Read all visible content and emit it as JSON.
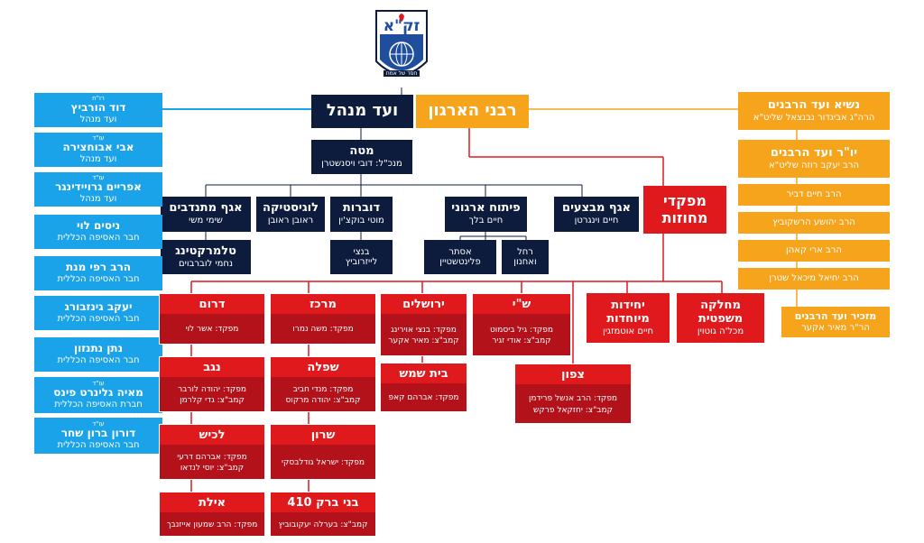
{
  "logo": {
    "name": "זק\"א",
    "subtitle": "איתור חילוץ הצלה",
    "motto": "חסד של אמת"
  },
  "colors": {
    "navy": "#0d1b3d",
    "blue": "#1aa3e8",
    "orange": "#f7a41d",
    "red": "#e0191c",
    "dark_red": "#b3121a"
  },
  "top": {
    "board": "ועד מנהל",
    "rabbis": "רבני הארגון"
  },
  "staff": {
    "title": "מטה",
    "sub": "מנכ\"ל: דובי ויסנשטרן"
  },
  "departments": {
    "ops": {
      "title": "אגף מבצעים",
      "sub": "חיים וינגרטן"
    },
    "org_dev": {
      "title": "פיתוח ארגוני",
      "sub": "חיים בלך"
    },
    "spokesman": {
      "title": "דוברות",
      "sub": "מוטי בוקצ'ין"
    },
    "logistics": {
      "title": "לוגיסטיקה",
      "sub": "ראובן ראובן"
    },
    "donors": {
      "title": "אגף מתנדבים",
      "sub": "שימי משי"
    },
    "rachel": {
      "title": "רחל",
      "sub": "ואחנון"
    },
    "esther": {
      "title": "אסתר",
      "sub": "פלינטשטיין"
    },
    "bentzi": {
      "title": "בנצי",
      "sub": "לייזרוביץ"
    },
    "telemarketing": {
      "title": "טלמרקטינג",
      "sub": "נחמי לוברבוים"
    }
  },
  "district_cmd": {
    "title1": "מפקדי",
    "title2": "מחוזות"
  },
  "board_members": [
    {
      "pre": "רו\"ח",
      "name": "דוד הורביץ",
      "role": "ועד מנהל"
    },
    {
      "pre": "עו\"ד",
      "name": "אבי אבוחצירה",
      "role": "ועד מנהל"
    },
    {
      "pre": "עו\"ד",
      "name": "אפריים גרויידינגר",
      "role": "ועד מנהל"
    },
    {
      "pre": "",
      "name": "ניסים לוי",
      "role": "חבר האסיפה הכללית"
    },
    {
      "pre": "",
      "name": "הרב רפי מנת",
      "role": "חבר האסיפה הכללית"
    },
    {
      "pre": "",
      "name": "יעקב גינזבורג",
      "role": "חבר האסיפה הכללית"
    },
    {
      "pre": "",
      "name": "נתן נתנזון",
      "role": "חבר האסיפה הכללית"
    },
    {
      "pre": "עו\"ד",
      "name": "מאיה גלינרט פינס",
      "role": "חברת האסיפה הכללית"
    },
    {
      "pre": "עו\"ד",
      "name": "דורון ברון שחר",
      "role": "חבר האסיפה הכללית"
    }
  ],
  "rabbis": {
    "president": {
      "title": "נשיא ועד הרבנים",
      "sub": "הרה\"ג אביגדור נבנצאל שליט\"א"
    },
    "chair": {
      "title": "יו\"ר ועד הרבנים",
      "sub": "הרב יעקב רוזה שליט\"א"
    },
    "members": [
      "הרב חיים דביר",
      "הרב יהושע הרשקוביץ",
      "הרב ארי קאהן",
      "הרב יחיאל מיכאל שטרן"
    ],
    "secretary": {
      "title": "מזכיר ועד הרבנים",
      "sub": "הר\"ר מאיר אקער"
    }
  },
  "units": {
    "legal": {
      "title1": "מחלקה",
      "title2": "משפטית",
      "sub": "מכל'ה גוטוין"
    },
    "special": {
      "title1": "יחידות",
      "title2": "מיוחדות",
      "sub": "חיים אוטמזגין"
    }
  },
  "districts": {
    "south": {
      "name": "דרום",
      "l1": "מפקד: אשר לוי",
      "l2": ""
    },
    "center": {
      "name": "מרכז",
      "l1": "מפקד: משה נמרו",
      "l2": ""
    },
    "jerusalem": {
      "name": "ירושלים",
      "l1": "מפקד: בנצי אוירינג",
      "l2": "קמב\"צ: מאיר אקער"
    },
    "shay": {
      "name": "ש\"י",
      "l1": "מפקד: גיל ביסמוט",
      "l2": "קמב\"צ: אודי זגיר"
    },
    "negev": {
      "name": "נגב",
      "l1": "מפקד: יהודה לורבר",
      "l2": "קמב\"צ: גדי קלרמן"
    },
    "shfela": {
      "name": "שפלה",
      "l1": "מפקד: מנדי חביב",
      "l2": "קמב\"צ: יהודה מרקוס"
    },
    "beit_shemesh": {
      "name": "בית שמש",
      "l1": "מפקד: אברהם קאפ",
      "l2": ""
    },
    "north": {
      "name": "צפון",
      "l1": "מפקד: הרב אנשל פרידמן",
      "l2": "קמב\"צ: יחזקאל פרקש"
    },
    "lachish": {
      "name": "לכיש",
      "l1": "מפקד: אברהם דרעי",
      "l2": "קמב\"צ: יוסי לנדאו"
    },
    "sharon": {
      "name": "שרון",
      "l1": "מפקד: ישראל גודלבסקי",
      "l2": ""
    },
    "eilat": {
      "name": "אילת",
      "l1": "מפקד: הרב שמעון אייזנבך",
      "l2": ""
    },
    "bnei_brak": {
      "name": "בני ברק 410",
      "l1": "קמב\"צ: בערלה יעקובוביץ",
      "l2": ""
    }
  }
}
